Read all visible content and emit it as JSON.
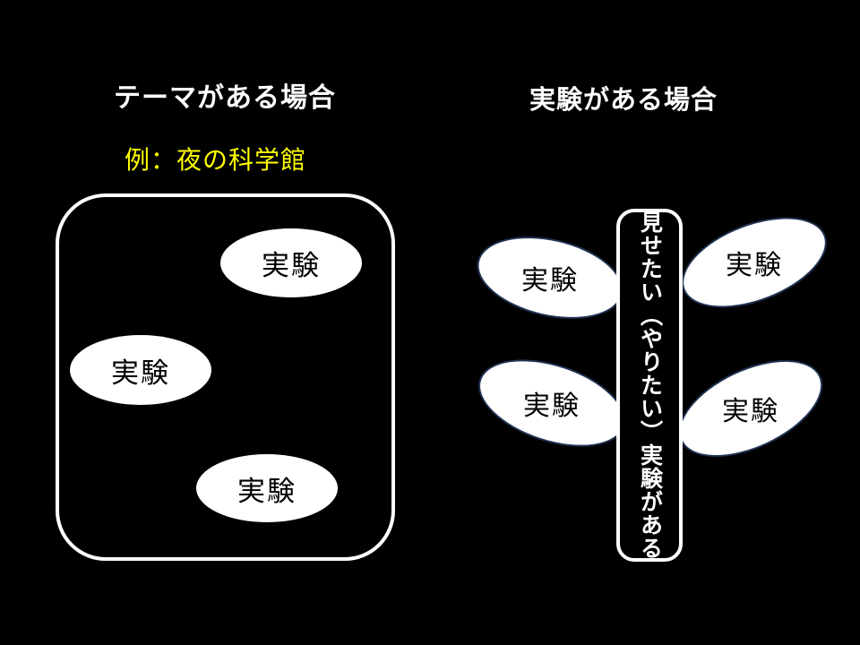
{
  "left_panel": {
    "title": "テーマがある場合",
    "example": "例：夜の科学館",
    "ellipses": [
      {
        "label": "実験"
      },
      {
        "label": "実験"
      },
      {
        "label": "実験"
      }
    ]
  },
  "right_panel": {
    "title": "実験がある場合",
    "bar_text": "見せたい（やりたい）実験がある",
    "ellipses": [
      {
        "label": "実験"
      },
      {
        "label": "実験"
      },
      {
        "label": "実験"
      },
      {
        "label": "実験"
      }
    ]
  },
  "colors": {
    "background": "#000000",
    "title_text": "#ffffff",
    "example_text": "#ffff00",
    "shape_outline": "#ffffff",
    "ellipse_fill": "#ffffff",
    "ellipse_text": "#000000",
    "ellipse_border": "#1f3352"
  }
}
